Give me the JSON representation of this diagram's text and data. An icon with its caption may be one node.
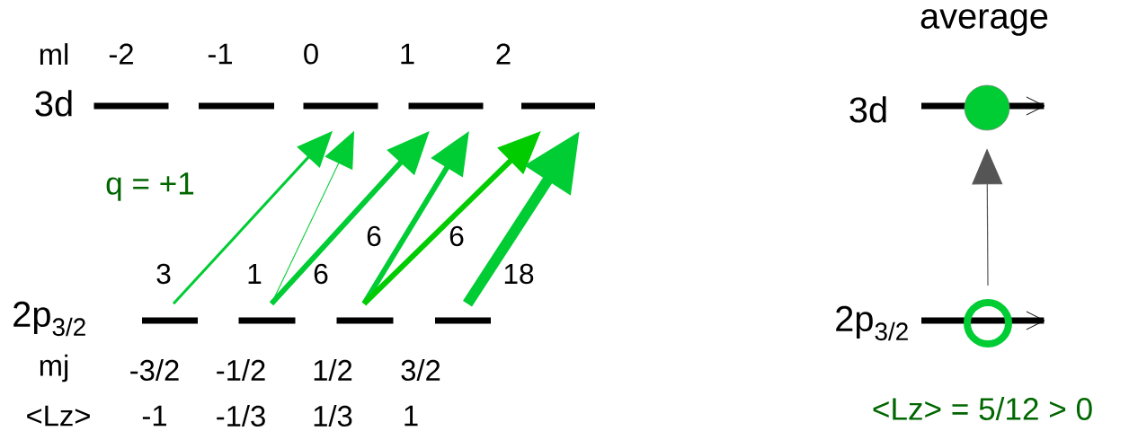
{
  "diagram": {
    "nodes": [
      {
        "text": [],
        "shape": "bar"
      },
      {
        "text": [],
        "shape": "bar"
      },
      {
        "text": [],
        "shape": "bar"
      },
      {
        "text": [],
        "shape": "bar"
      },
      {
        "text": [],
        "shape": "bar"
      },
      {
        "text": [],
        "shape": "bar"
      },
      {
        "text": [],
        "shape": "bar"
      },
      {
        "text": [],
        "shape": "bar"
      },
      {
        "text": [],
        "shape": "bar"
      },
      {
        "text": [],
        "shape": "circle"
      },
      {
        "text": [],
        "shape": "circle"
      }
    ],
    "edges": [
      {
        "from": 5,
        "to": 2,
        "arrow": "to",
        "label": "3"
      },
      {
        "from": 6,
        "to": 2,
        "arrow": "to",
        "label": "1"
      },
      {
        "from": 6,
        "to": 3,
        "arrow": "to",
        "label": "6"
      },
      {
        "from": 7,
        "to": 3,
        "arrow": "to",
        "label": "6"
      },
      {
        "from": 7,
        "to": 4,
        "arrow": "to",
        "label": "6",
        "color": "#00cc00"
      },
      {
        "from": 8,
        "to": 4,
        "arrow": "to",
        "label": "18",
        "style": "thick"
      },
      {
        "from": 10,
        "to": 9,
        "arrow": "to",
        "color": "#555555"
      }
    ],
    "labels": [
      "ml",
      "-2",
      "-1",
      "0",
      "1",
      "2",
      "3d",
      "q = +1",
      "2p$_{3/2}$",
      "mj",
      "-3/2",
      "-1/2",
      "1/2",
      "3/2",
      "<Lz>",
      "-1",
      "-1/3",
      "1/3",
      "1",
      "average",
      "3d",
      "2p$_{3/2}$",
      "<Lz> = 5/12 > 0"
    ]
  }
}
